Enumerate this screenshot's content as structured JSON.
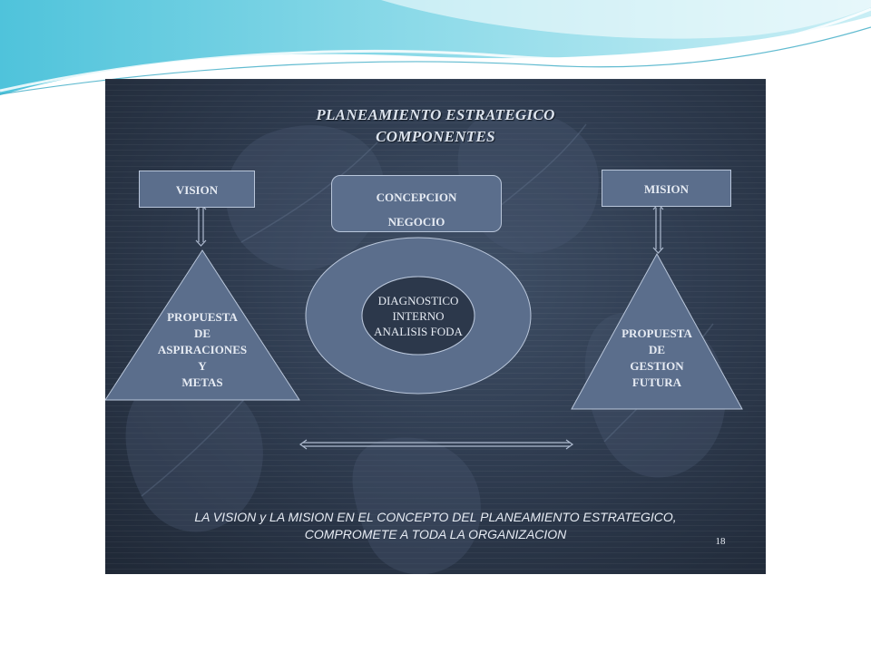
{
  "slide": {
    "title_line1": "PLANEAMIENTO ESTRATEGICO",
    "title_line2": "COMPONENTES",
    "vision_label": "VISION",
    "mision_label": "MISION",
    "concepcion_line1": "CONCEPCION",
    "concepcion_line2": "NEGOCIO",
    "left_triangle_lines": [
      "PROPUESTA",
      "DE",
      "ASPIRACIONES",
      "Y",
      "METAS"
    ],
    "right_triangle_lines": [
      "PROPUESTA",
      "DE",
      "GESTION",
      "FUTURA"
    ],
    "donut_lines": [
      "DIAGNOSTICO",
      "INTERNO",
      "ANALISIS FODA"
    ],
    "footer_line1": "LA VISION y LA MISION EN EL CONCEPTO DEL PLANEAMIENTO ESTRATEGICO,",
    "footer_line2": "COMPROMETE A TODA LA ORGANIZACION",
    "page_number": "18"
  },
  "colors": {
    "shape_fill": "#5b6e8c",
    "shape_stroke": "#b9c6da",
    "text": "#e6ebf3",
    "accent_swoosh": "#5ccbe0"
  }
}
